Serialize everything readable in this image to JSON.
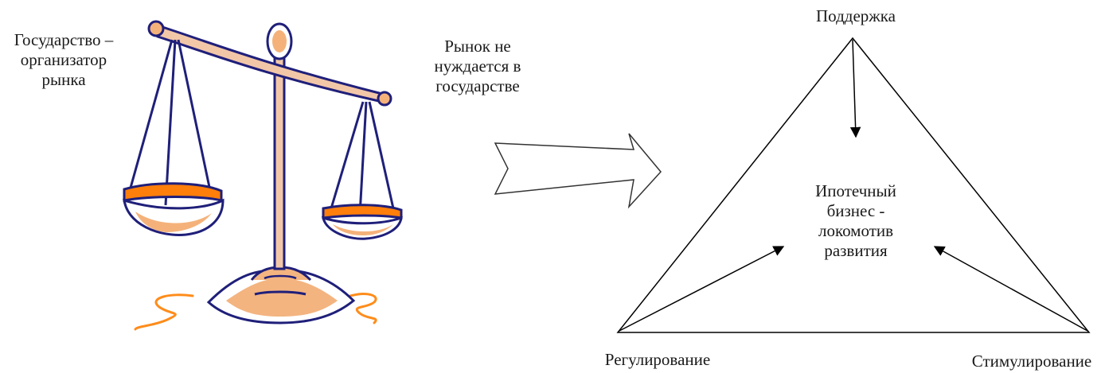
{
  "scales": {
    "left_label_lines": [
      "Государство –",
      "организатор",
      "рынка"
    ],
    "right_label_lines": [
      "Рынок не",
      "нуждается в",
      "государстве"
    ],
    "colors": {
      "outline": "#1f1f7a",
      "beam_fill": "#f2c7a8",
      "bowl_orange": "#ff7f0a",
      "bowl_light": "#f4b27a",
      "base_fill": "#f3b480",
      "swirl": "#ff8c1a"
    }
  },
  "arrow": {
    "icon": "hollow-chevron-arrow-icon"
  },
  "triangle": {
    "top_label": "Поддержка",
    "left_label": "Регулирование",
    "right_label": "Стимулирование",
    "center_lines": [
      "Ипотечный",
      "бизнес -",
      "локомотив",
      "развития"
    ]
  }
}
